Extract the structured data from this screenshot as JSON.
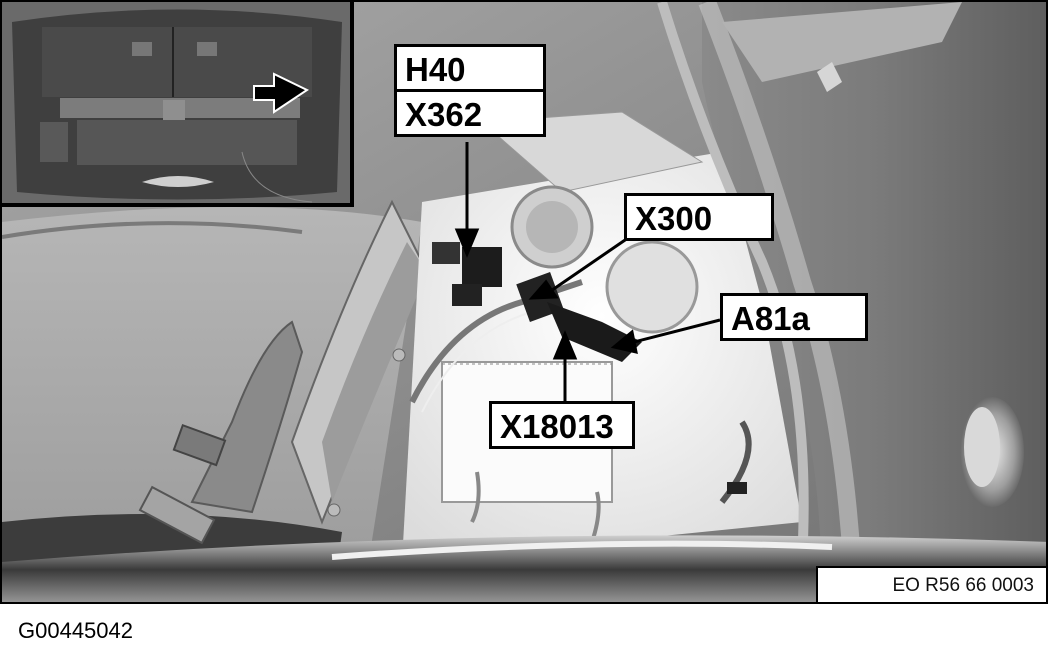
{
  "figure": {
    "description": "Rear luggage compartment, right side trim removed, showing connectors and control module",
    "reference_code": "EO R56 66 0003",
    "figure_id": "G00445042"
  },
  "inset": {
    "description": "Overview of open luggage compartment with arrow pointing to right-side location",
    "arrow": "arrow-right-icon"
  },
  "callouts": [
    {
      "id": "H40",
      "label": "H40",
      "group": "stack-top"
    },
    {
      "id": "X362",
      "label": "X362",
      "group": "stack-bottom"
    },
    {
      "id": "X300",
      "label": "X300"
    },
    {
      "id": "A81a",
      "label": "A81a"
    },
    {
      "id": "X18013",
      "label": "X18013"
    }
  ],
  "colors": {
    "label_bg": "#ffffff",
    "label_border": "#000000",
    "leader_line": "#000000"
  }
}
